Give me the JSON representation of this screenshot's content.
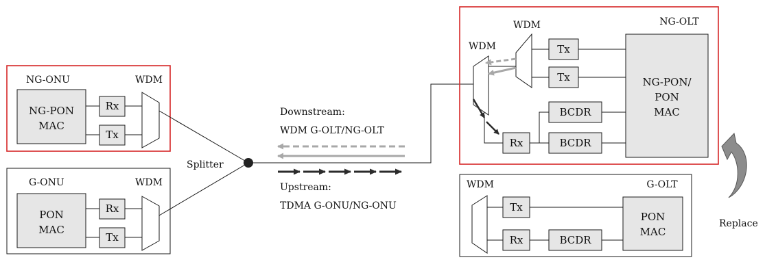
{
  "colors": {
    "highlight_border": "#d62728",
    "block_fill": "#e6e6e6",
    "line": "#1a1a1a",
    "downstream_arrow": "#a8a8a8",
    "upstream_arrow": "#2b2b2b",
    "replace_arrow": "#8c8c8c"
  },
  "ng_onu": {
    "title": "NG-ONU",
    "wdm": "WDM",
    "mac_lines": [
      "NG-PON",
      "MAC"
    ],
    "rx": "Rx",
    "tx": "Tx"
  },
  "g_onu": {
    "title": "G-ONU",
    "wdm": "WDM",
    "mac_lines": [
      "PON",
      "MAC"
    ],
    "rx": "Rx",
    "tx": "Tx"
  },
  "splitter": {
    "label": "Splitter"
  },
  "downstream": {
    "title": "Downstream:",
    "detail": "WDM G-OLT/NG-OLT"
  },
  "upstream": {
    "title": "Upstream:",
    "detail": "TDMA G-ONU/NG-ONU"
  },
  "ng_olt": {
    "title": "NG-OLT",
    "wdm_outer": "WDM",
    "wdm_inner": "WDM",
    "tx1": "Tx",
    "tx2": "Tx",
    "bcdr1": "BCDR",
    "bcdr2": "BCDR",
    "rx": "Rx",
    "mac_lines": [
      "NG-PON/",
      "PON",
      "MAC"
    ]
  },
  "g_olt": {
    "title": "G-OLT",
    "wdm": "WDM",
    "tx": "Tx",
    "rx": "Rx",
    "bcdr": "BCDR",
    "mac_lines": [
      "PON",
      "MAC"
    ]
  },
  "replace": {
    "label": "Replace"
  }
}
